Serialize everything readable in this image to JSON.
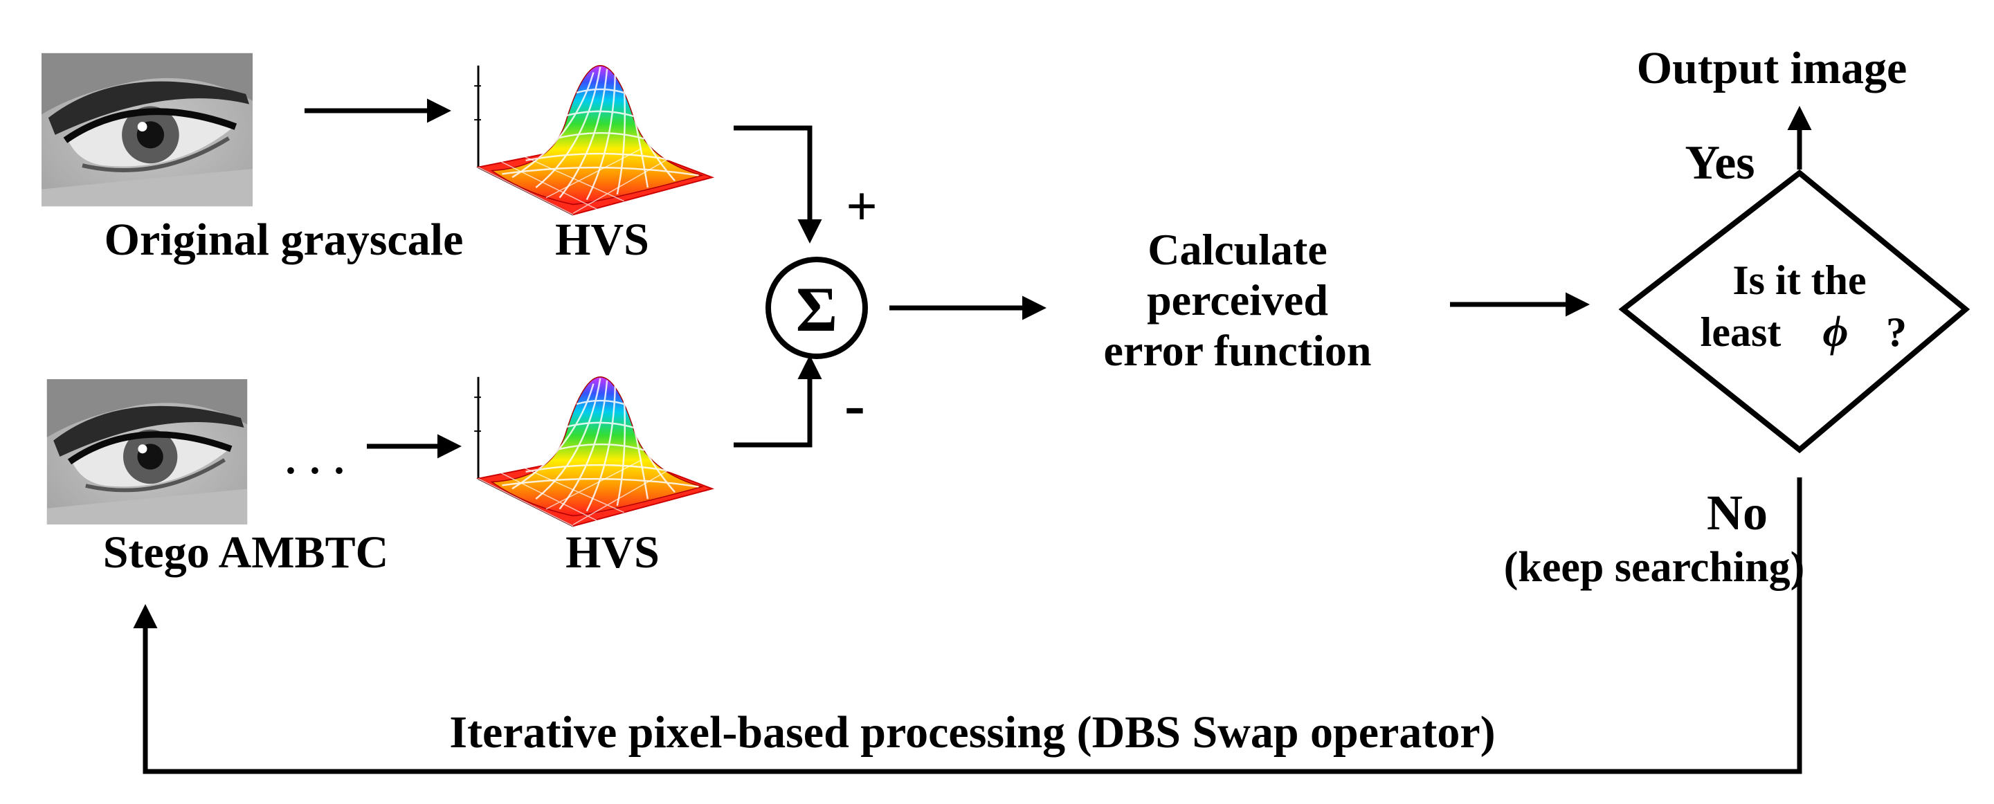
{
  "labels": {
    "original": "Original grayscale",
    "hvs_top": "HVS",
    "stego": "Stego AMBTC",
    "hvs_bottom": "HVS",
    "ellipsis": "· · ·",
    "plus": "+",
    "minus": "-",
    "sigma": "Σ",
    "calc_line1": "Calculate",
    "calc_line2": "perceived",
    "calc_line3": "error function",
    "decision_line1": "Is it the",
    "decision_line2_a": "least",
    "decision_line2_phi": "ϕ",
    "decision_line2_q": "?",
    "output": "Output image",
    "yes": "Yes",
    "no": "No",
    "keep": "(keep searching)",
    "loop": "Iterative pixel-based processing (DBS Swap operator)"
  },
  "icons": {
    "eye_image": "grayscale-eye-photo",
    "hvs_plot": "gaussian-mesh-surface"
  }
}
